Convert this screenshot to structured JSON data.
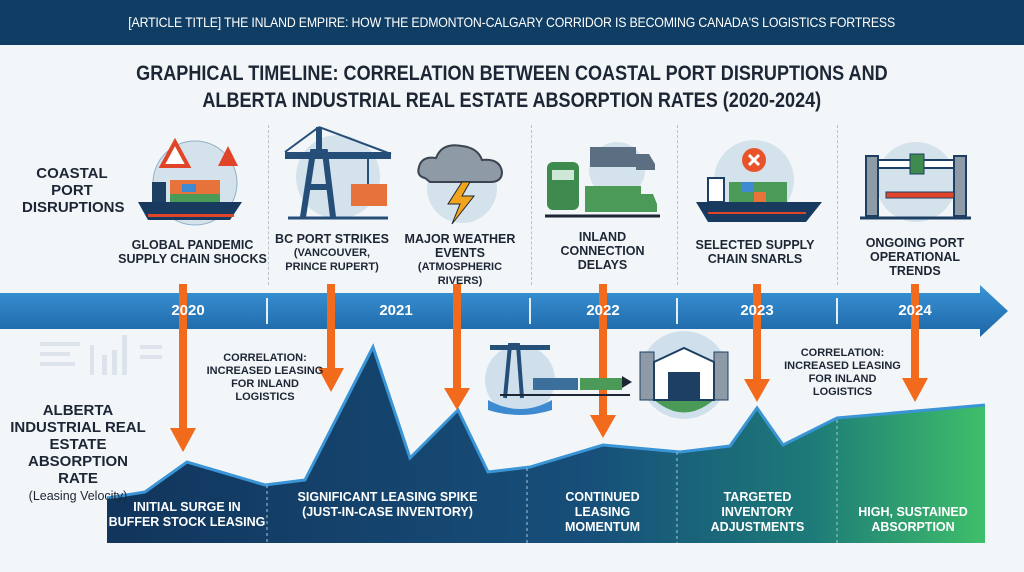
{
  "header": {
    "title": "[ARTICLE TITLE]  THE INLAND EMPIRE: HOW THE EDMONTON-CALGARY CORRIDOR IS BECOMING CANADA'S LOGISTICS FORTRESS"
  },
  "subtitle": {
    "line1": "GRAPHICAL TIMELINE: CORRELATION BETWEEN COASTAL PORT DISRUPTIONS AND",
    "line2": "ALBERTA INDUSTRIAL REAL ESTATE ABSORPTION RATES (2020-2024)"
  },
  "rows": {
    "top_label": "COASTAL PORT DISRUPTIONS",
    "bottom_label": "ALBERTA INDUSTRIAL REAL ESTATE ABSORPTION RATE",
    "bottom_sublabel": "(Leasing Velocity)"
  },
  "events": [
    {
      "title": "GLOBAL PANDEMIC SUPPLY CHAIN SHOCKS",
      "sub": "",
      "icon": "ship-globe-warning-icon"
    },
    {
      "title": "BC PORT STRIKES",
      "sub": "(VANCOUVER, PRINCE RUPERT)",
      "icon": "port-crane-icon"
    },
    {
      "title": "MAJOR WEATHER EVENTS",
      "sub": "(ATMOSPHERIC RIVERS)",
      "icon": "storm-cloud-icon"
    },
    {
      "title": "INLAND CONNECTION DELAYS",
      "sub": "",
      "icon": "train-truck-icon"
    },
    {
      "title": "SELECTED SUPPLY CHAIN SNARLS",
      "sub": "",
      "icon": "blocked-ship-icon"
    },
    {
      "title": "ONGOING PORT OPERATIONAL TRENDS",
      "sub": "",
      "icon": "port-gate-icon"
    }
  ],
  "years": [
    "2020",
    "2021",
    "2022",
    "2023",
    "2024"
  ],
  "correlation_note": "CORRELATION: INCREASED LEASING FOR INLAND LOGISTICS",
  "segments": [
    "INITIAL SURGE IN BUFFER STOCK LEASING",
    "SIGNIFICANT LEASING SPIKE (JUST-IN-CASE INVENTORY)",
    "CONTINUED LEASING MOMENTUM",
    "TARGETED INVENTORY ADJUSTMENTS",
    "HIGH, SUSTAINED ABSORPTION"
  ],
  "colors": {
    "navy": "#0f3d63",
    "timeline": "#2a7fc1",
    "arrow": "#f26a1b",
    "area_dark": "#123e6b",
    "area_green": "#3fbf6a"
  }
}
